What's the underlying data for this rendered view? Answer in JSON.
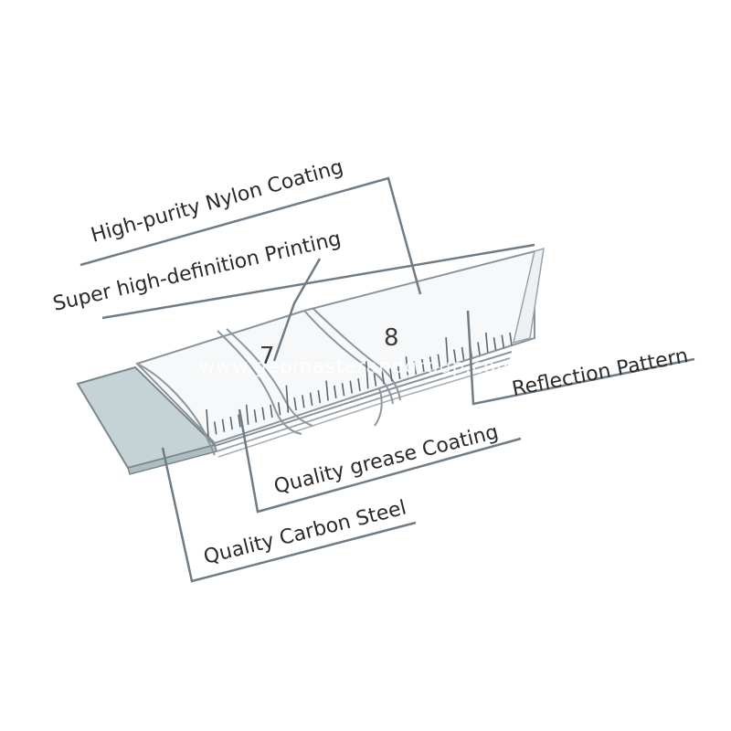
{
  "labels": {
    "nylon": "High-purity Nylon Coating",
    "printing": "Super high-definition Printing",
    "reflection": "Reflection Pattern",
    "grease": "Quality grease Coating",
    "steel": "Quality Carbon Steel"
  },
  "tape": {
    "number_left": "7",
    "number_right": "8"
  },
  "watermark": "www.geomasterandgroup.com",
  "colors": {
    "steel_face": "#c5d3d6",
    "leader": "#8e97a0",
    "text": "#2a2a2a"
  }
}
